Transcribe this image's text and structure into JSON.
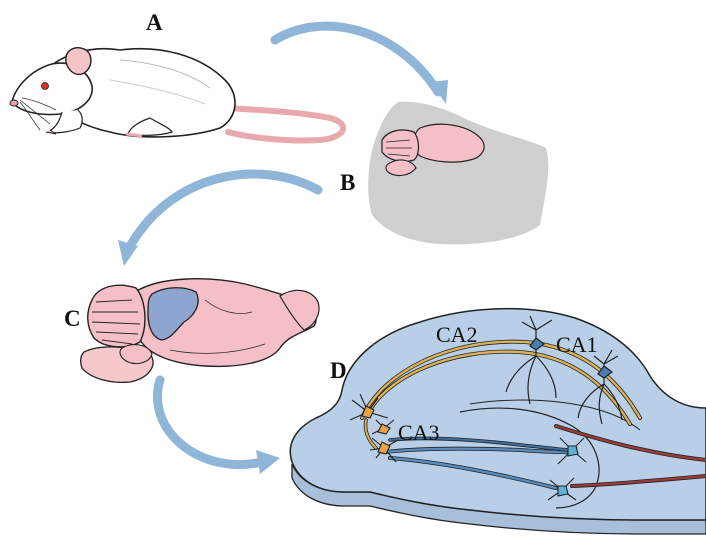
{
  "panels": {
    "a": "A",
    "b": "B",
    "c": "C",
    "d": "D"
  },
  "regions": {
    "ca1": "CA1",
    "ca2": "CA2",
    "ca3": "CA3"
  },
  "colors": {
    "arrow": "#8fb6d8",
    "rat_fur": "#ffffff",
    "rat_pink": "#f4c4c6",
    "brain_pink": "#f4bfc6",
    "tissue_block": "#cfcfcf",
    "hippocampus_blue": "#b9cfe7",
    "hippocampus_region": "#8ea6cf",
    "yellow_fiber": "#d9b25a",
    "blue_fiber": "#3f6f9e",
    "red_fiber": "#9c3a3a"
  }
}
